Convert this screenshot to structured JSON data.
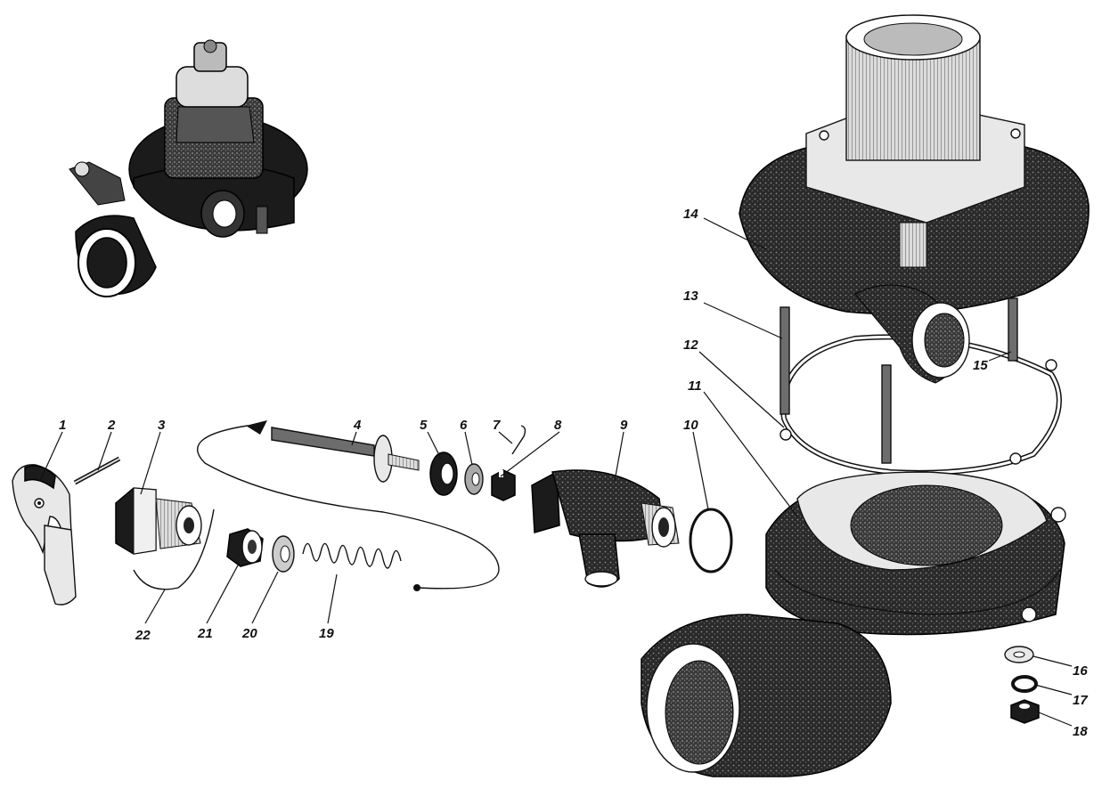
{
  "diagram": {
    "callouts": [
      "1",
      "2",
      "3",
      "4",
      "5",
      "6",
      "7",
      "8",
      "9",
      "10",
      "11",
      "12",
      "13",
      "14",
      "15",
      "16",
      "17",
      "18",
      "19",
      "20",
      "21",
      "22"
    ]
  },
  "icons": {
    "assembled_pump": "water-pump-assembly-icon",
    "housing": "pump-housing-icon",
    "volute": "volute-cover-icon"
  }
}
